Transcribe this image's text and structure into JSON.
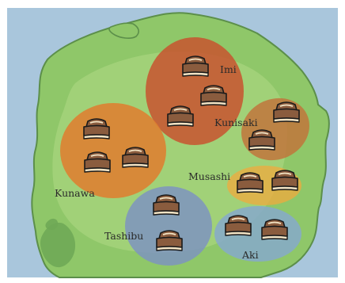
{
  "map": {
    "colors": {
      "frame": "#ffffff",
      "sea": "#a9c6dc",
      "land": "#8fc769",
      "land_inner": "#a4d27b",
      "land_dark": "#6fa857",
      "coast": "#5c8f4a",
      "hut_roof": "#8a5c3e",
      "hut_wall": "#f2e3c4",
      "hut_outline": "#1a1a1a"
    },
    "regions": [
      {
        "name": "Imi",
        "color": "#c8532f",
        "opacity": 0.85
      },
      {
        "name": "Kunisaki",
        "color": "#e07d2e",
        "opacity": 0.85
      },
      {
        "name": "Kunawa",
        "color": "#c1753c",
        "opacity": 0.85
      },
      {
        "name": "Musashi",
        "color": "#f0a93d",
        "opacity": 0.75
      },
      {
        "name": "Tashibu",
        "color": "#7e94bf",
        "opacity": 0.85
      },
      {
        "name": "Aki",
        "color": "#86a9cb",
        "opacity": 0.85
      }
    ]
  }
}
